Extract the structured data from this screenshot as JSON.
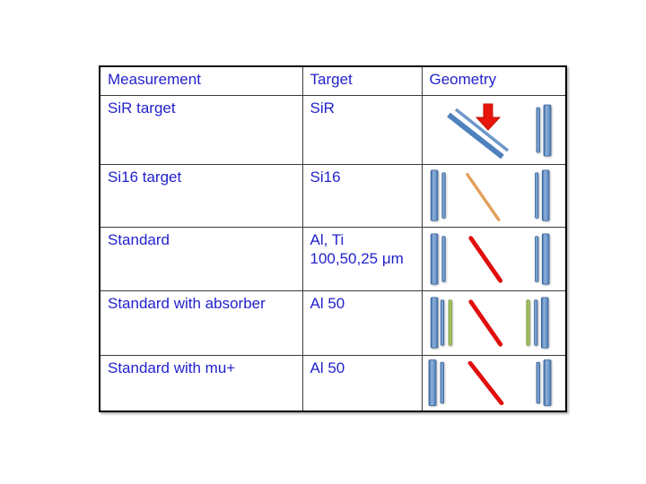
{
  "slide": {
    "background": "#FFFFFF"
  },
  "table": {
    "headers": [
      "Measurement",
      "Target",
      "Geometry"
    ],
    "rows": [
      {
        "measurement": "SiR target",
        "target": "SiR",
        "geometry": {
          "center": [
            "red-down-arrow",
            "tilted-blue-double-bar-target"
          ],
          "right": [
            "thin-blue-bar",
            "thick-blue-bar"
          ]
        }
      },
      {
        "measurement": "Si16 target",
        "target": "Si16",
        "geometry": {
          "left": [
            "thick-blue-bar",
            "thin-blue-bar"
          ],
          "center": [
            "tan-diagonal-target-line"
          ],
          "right": [
            "thin-blue-bar",
            "thick-blue-bar"
          ]
        }
      },
      {
        "measurement": "Standard",
        "target": "Al, Ti",
        "target2": "100,50,25 μm",
        "geometry": {
          "left": [
            "thick-blue-bar",
            "thin-blue-bar"
          ],
          "center": [
            "red-diagonal-target-line"
          ],
          "right": [
            "thin-blue-bar",
            "thick-blue-bar"
          ]
        }
      },
      {
        "measurement": "Standard with absorber",
        "target": "Al 50",
        "geometry": {
          "left": [
            "thick-blue-bar",
            "thin-blue-bar",
            "green-absorber-bar"
          ],
          "center": [
            "red-diagonal-target-line"
          ],
          "right": [
            "green-absorber-bar",
            "thin-blue-bar",
            "thick-blue-bar"
          ]
        }
      },
      {
        "measurement": "Standard with mu+",
        "target": "Al 50",
        "geometry": {
          "left": [
            "thick-blue-bar",
            "thin-blue-bar"
          ],
          "center": [
            "red-diagonal-target-line"
          ],
          "right": [
            "thin-blue-bar",
            "thick-blue-bar"
          ]
        }
      }
    ]
  },
  "colors": {
    "text_blue": "#2222CC",
    "bar_blue": "#4F81BD",
    "bar_blue_edge": "#38639B",
    "bar_green": "#9BBB59",
    "bar_green_edge": "#7E9C40",
    "arrow_red": "#E8150B",
    "line_red": "#E10E0E",
    "line_tan": "#E2A05C",
    "table_border": "#000000",
    "grid_line": "#3B3B3B"
  }
}
